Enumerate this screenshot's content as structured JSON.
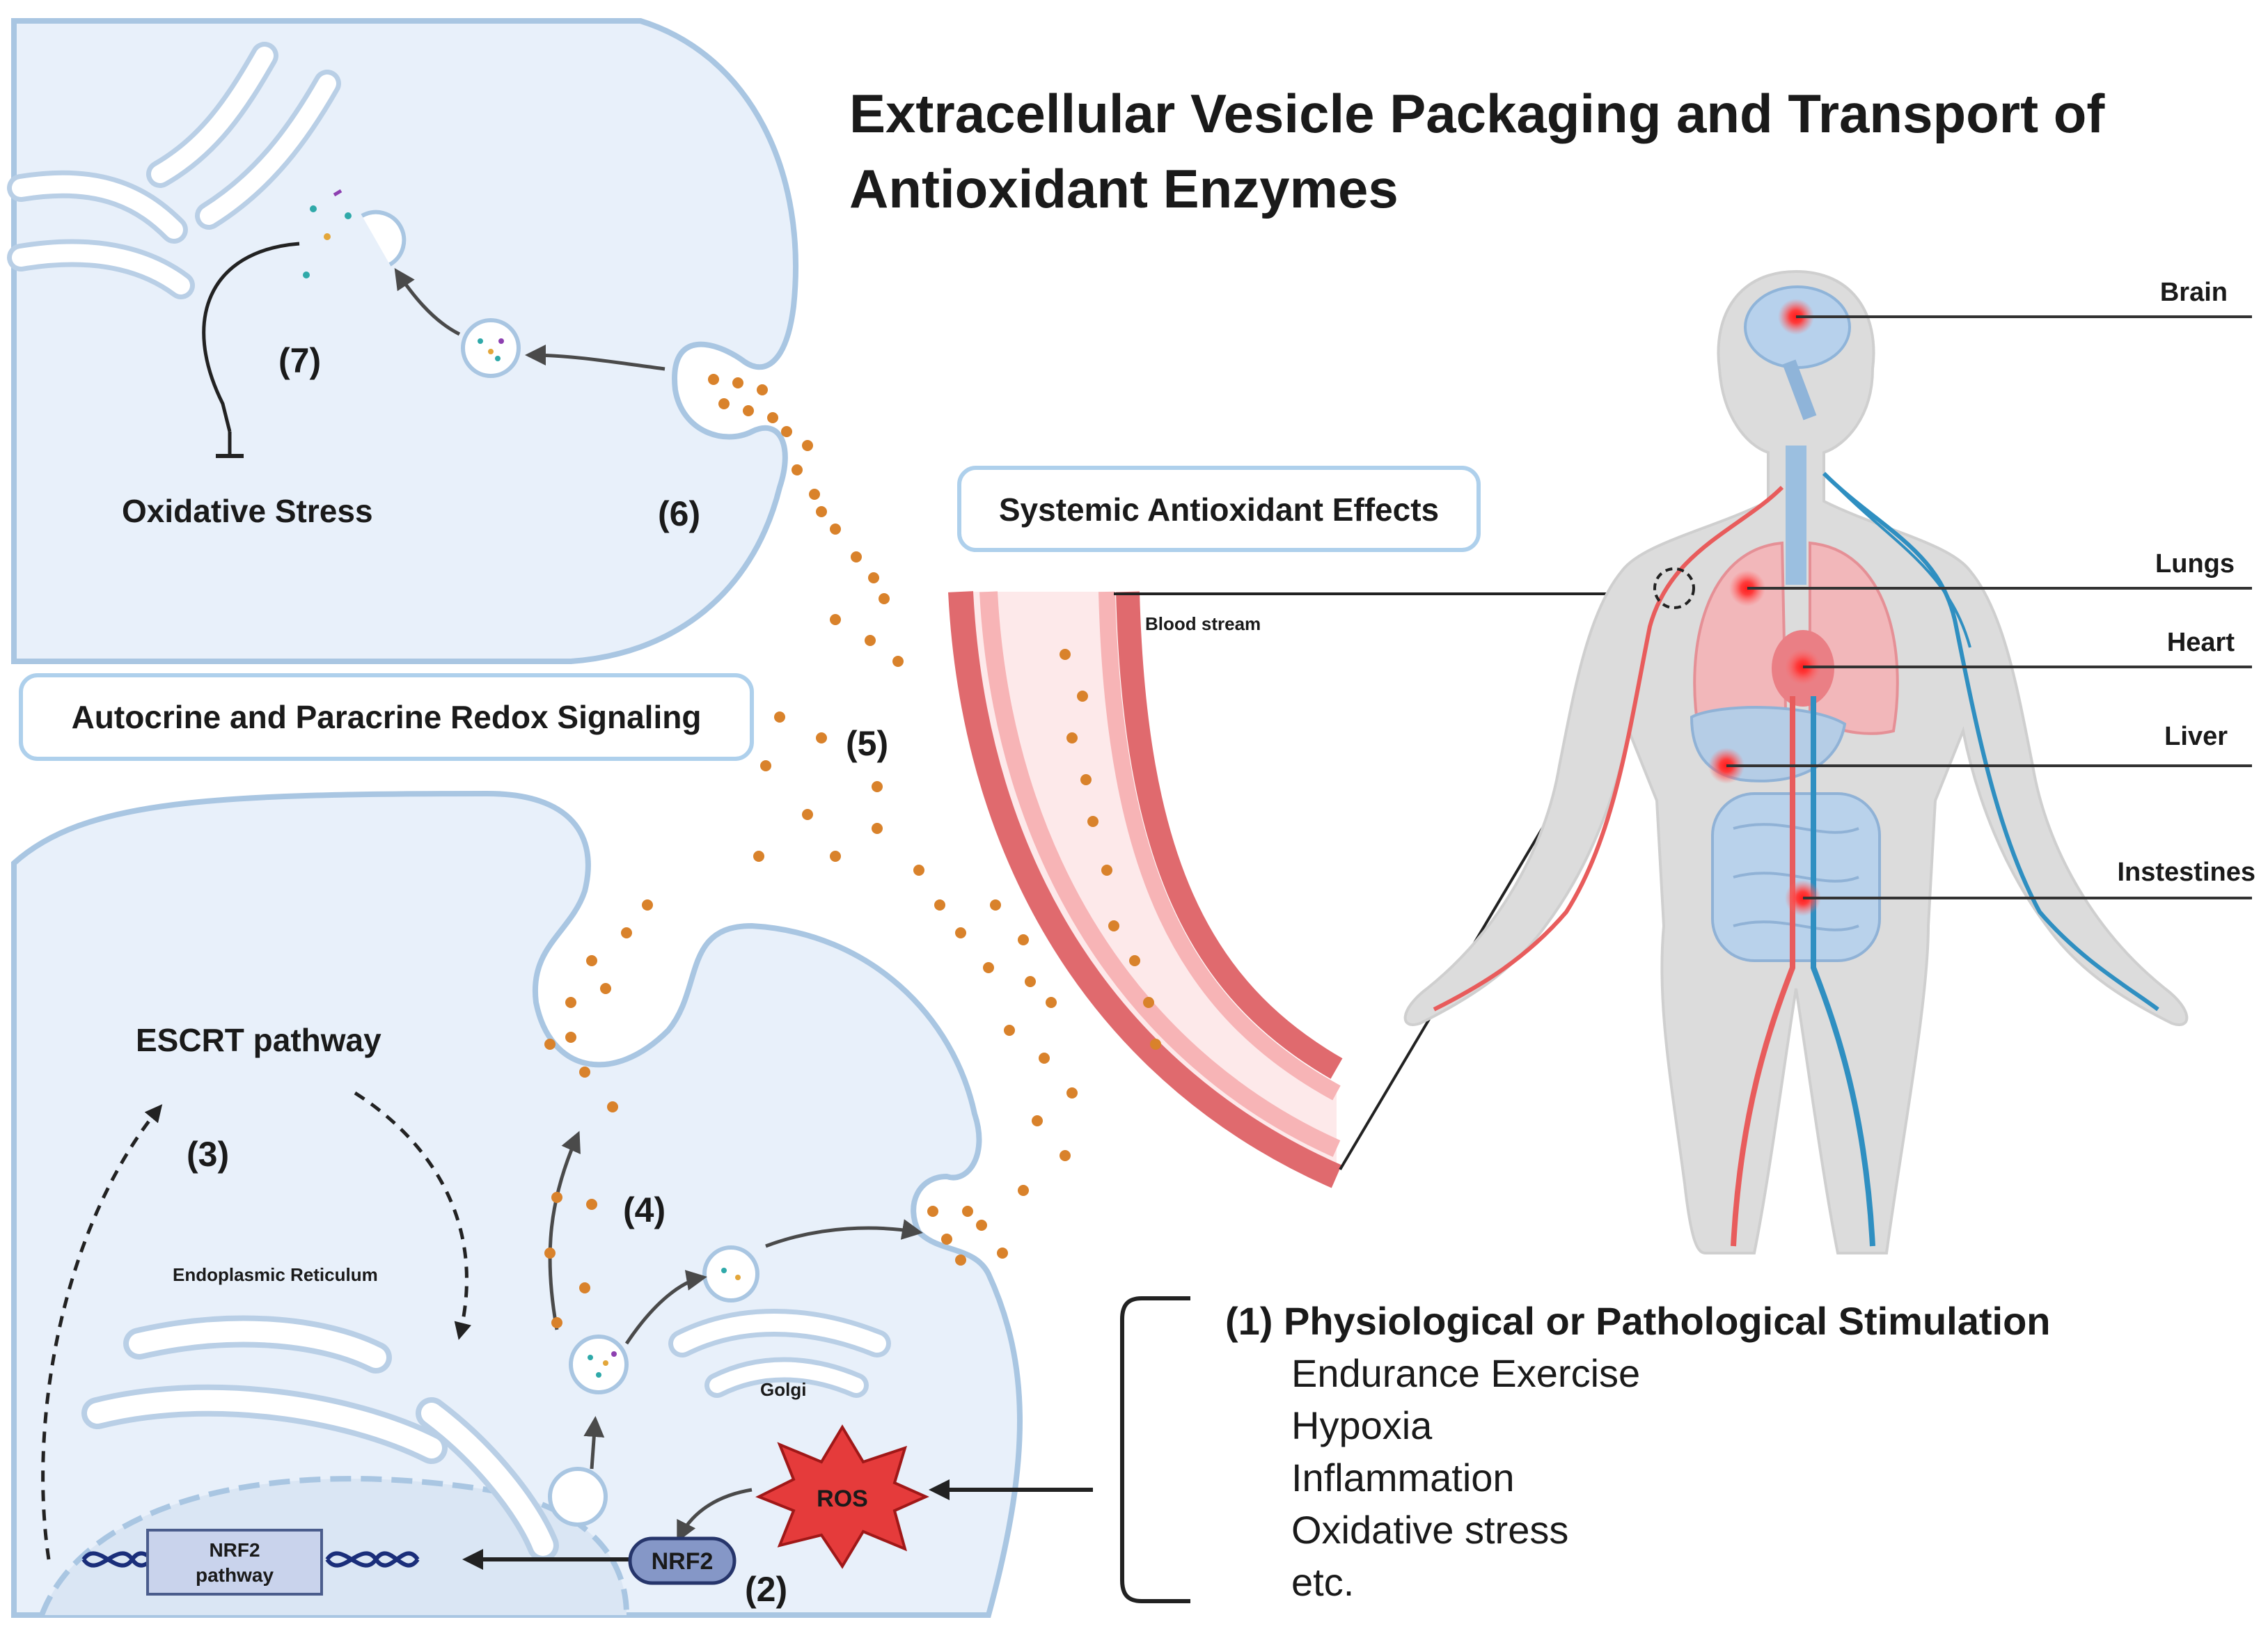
{
  "title": {
    "line1": "Extracellular Vesicle Packaging and Transport of",
    "line2": "Antioxidant Enzymes"
  },
  "boxes": {
    "systemic": "Systemic Antioxidant Effects",
    "autocrine": "Autocrine and Paracrine Redox Signaling"
  },
  "steps": {
    "s2": "(2)",
    "s3": "(3)",
    "s4": "(4)",
    "s5": "(5)",
    "s6": "(6)",
    "s7": "(7)"
  },
  "labels": {
    "oxidative_stress": "Oxidative Stress",
    "escrt": "ESCRT pathway",
    "er": "Endoplasmic Reticulum",
    "golgi": "Golgi",
    "nrf2_pathway_1": "NRF2",
    "nrf2_pathway_2": "pathway",
    "nrf2": "NRF2",
    "ros": "ROS",
    "blood_stream": "Blood stream"
  },
  "organs": [
    "Brain",
    "Lungs",
    "Heart",
    "Liver",
    "Instestines"
  ],
  "stimulation": {
    "heading": "(1) Physiological or Pathological Stimulation",
    "items": [
      "Endurance Exercise",
      "Hypoxia",
      "Inflammation",
      "Oxidative stress",
      "etc."
    ]
  },
  "colors": {
    "cell_fill": "#e8f0fa",
    "cell_stroke": "#a9c6e2",
    "vesicle_dot": "#d9822b",
    "ros": "#e53b3b",
    "artery": "#e85c5c",
    "vein": "#2f8fc1",
    "organ_marker": "#ff2020"
  }
}
